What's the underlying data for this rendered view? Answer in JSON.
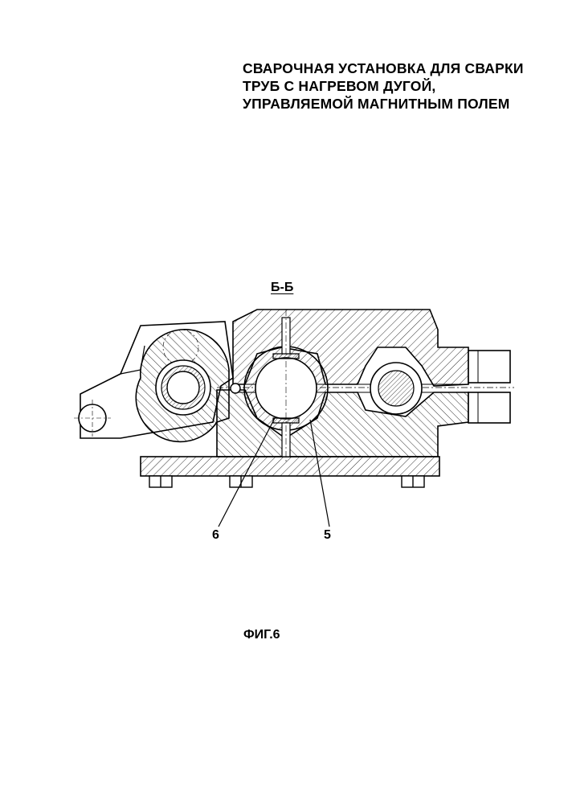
{
  "title": {
    "line1": "СВАРОЧНАЯ УСТАНОВКА ДЛЯ СВАРКИ",
    "line2": "ТРУБ С НАГРЕВОМ ДУГОЙ,",
    "line3": "УПРАВЛЯЕМОЙ МАГНИТНЫМ ПОЛЕМ"
  },
  "section_label": "Б-Б",
  "callouts": {
    "left": "6",
    "right": "5"
  },
  "figure_label": "ФИГ.6"
}
